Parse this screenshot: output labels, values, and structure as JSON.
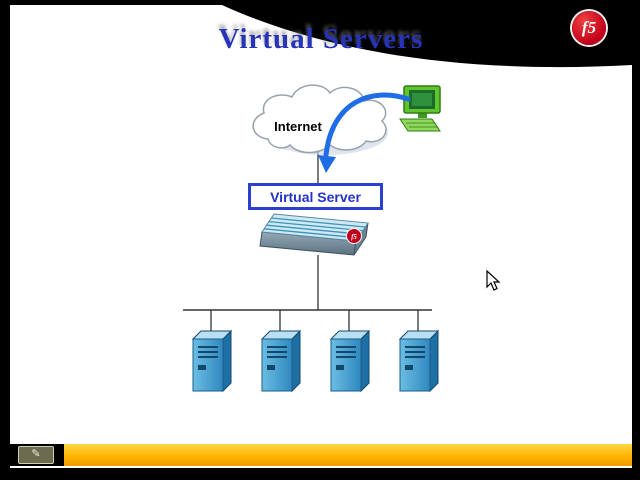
{
  "slide": {
    "title": "Virtual Servers",
    "brand_logo": "f5"
  },
  "diagram": {
    "internet_label": "Internet",
    "virtual_server_label": "Virtual Server",
    "device_badge": "f5"
  },
  "toolbar": {
    "pen_glyph": "✎"
  },
  "colors": {
    "title_blue": "#2733b8",
    "virtual_server_border_blue": "#2b3fd0",
    "arrow_blue": "#1e6ce6",
    "server_blue": "#4aa3d6",
    "accent_yellow": "#ffb300",
    "f5_red": "#c00018"
  }
}
